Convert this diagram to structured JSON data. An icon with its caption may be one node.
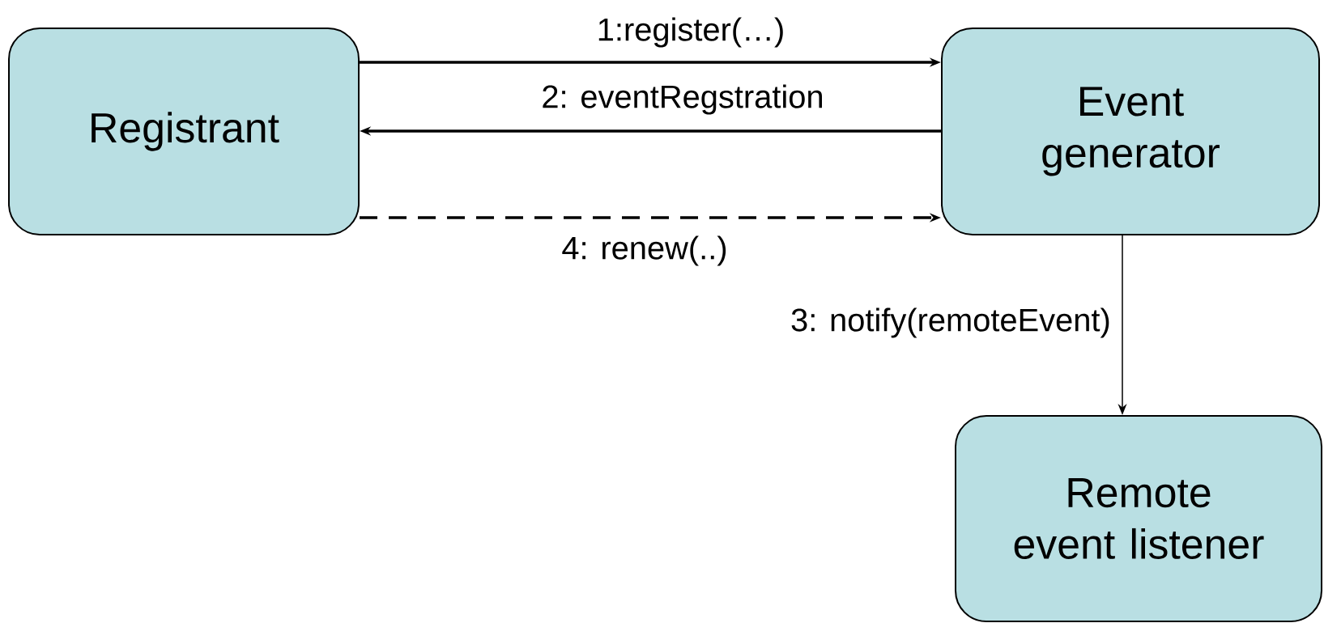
{
  "diagram": {
    "nodes": [
      {
        "text": [
          "Registrant"
        ]
      },
      {
        "text": [
          "Event generator"
        ]
      },
      {
        "text": [
          "Remote event listener"
        ]
      }
    ],
    "edges": [
      {
        "from": 0,
        "to": 1,
        "arrow": "to",
        "label": "1:register(…)"
      },
      {
        "from": 1,
        "to": 0,
        "arrow": "to",
        "label": "2: eventRegstration"
      },
      {
        "from": 1,
        "to": 2,
        "arrow": "to",
        "label": "3: notify(remoteEvent)"
      },
      {
        "from": 0,
        "to": 1,
        "arrow": "to",
        "label": "4: renew(..)",
        "style": "dashed"
      }
    ]
  }
}
